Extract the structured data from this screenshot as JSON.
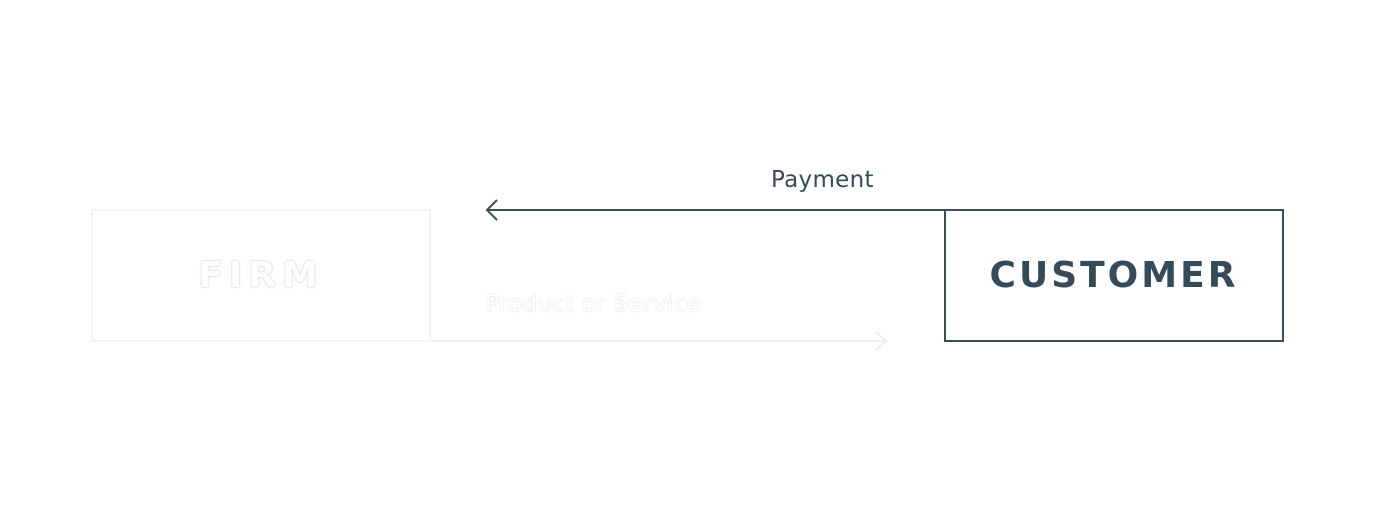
{
  "diagram": {
    "nodes": {
      "firm": {
        "label": "FIRM"
      },
      "customer": {
        "label": "CUSTOMER"
      }
    },
    "edges": {
      "payment": {
        "label": "Payment",
        "from": "CUSTOMER",
        "to": "FIRM"
      },
      "product": {
        "label": "Product or Service",
        "from": "FIRM",
        "to": "CUSTOMER"
      }
    }
  },
  "colors": {
    "primary": "#364b59",
    "faded": "#f0f0f0",
    "background": "#ffffff"
  }
}
